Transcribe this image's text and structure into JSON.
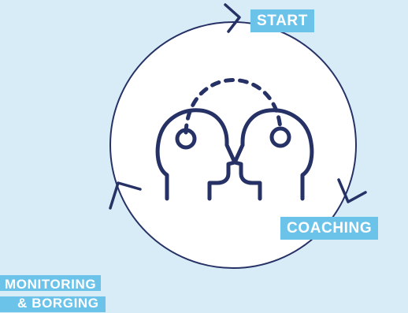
{
  "colors": {
    "background": "#d8ecf8",
    "circle_fill": "#ffffff",
    "stroke": "#263266",
    "label_bg": "#6cc3ea",
    "label_text": "#ffffff"
  },
  "labels": {
    "start": "START",
    "coaching": "COACHING",
    "monitoring_line1": "MONITORING",
    "monitoring_line2": "& BORGING"
  },
  "icons": {
    "center": "two-heads-connected-icon",
    "arrows": [
      "arrowhead-top-icon",
      "arrowhead-right-icon",
      "arrowhead-left-icon"
    ]
  }
}
